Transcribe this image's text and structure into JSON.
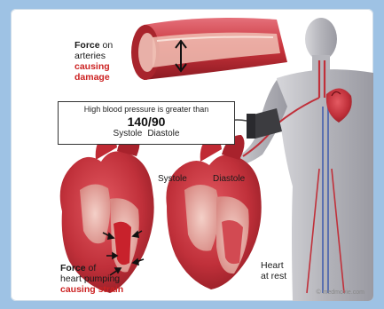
{
  "top_label": {
    "line1_bold": "Force",
    "line1_rest": " on",
    "line2": "arteries",
    "line3": "causing",
    "line4": "damage"
  },
  "bp_box": {
    "title": "High blood pressure is greater than",
    "value": "140/90",
    "systole": "Systole",
    "diastole": "Diastole"
  },
  "heart_labels": {
    "systole": "Systole",
    "diastole": "Diastole"
  },
  "bottom_left_label": {
    "line1_bold": "Force",
    "line1_rest": " of",
    "line2": "heart pumping",
    "line3": "causing strain"
  },
  "bottom_right_label": {
    "line1": "Heart",
    "line2": "at rest"
  },
  "credit": "© medmovie.com",
  "colors": {
    "background": "#9ec2e4",
    "accent_red": "#cc2222",
    "artery_red": "#c8323a",
    "muscle_red": "#b8242e",
    "body_gray": "#b8b8bc"
  },
  "icons": [
    "artery-illustration",
    "body-illustration",
    "heart-systole-illustration",
    "heart-diastole-illustration",
    "blood-pressure-cuff-icon"
  ]
}
